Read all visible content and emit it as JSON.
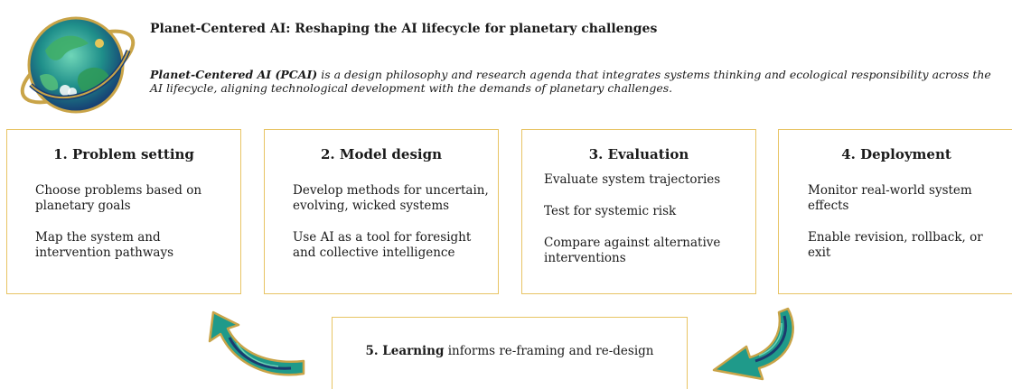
{
  "header": {
    "title": "Planet-Centered AI: Reshaping the AI lifecycle for planetary challenges",
    "intro_term": "Planet-Centered AI (PCAI)",
    "intro_rest": " is a design philosophy and research agenda that integrates systems thinking and ecological responsibility across the AI lifecycle, aligning technological development with the demands of planetary challenges."
  },
  "stages": [
    {
      "title": "1. Problem setting",
      "items": [
        "Choose problems based on planetary goals",
        "Map the system and intervention pathways"
      ]
    },
    {
      "title": "2. Model design",
      "items": [
        "Develop methods for uncertain, evolving, wicked systems",
        "Use AI as a tool for foresight and collective intelligence"
      ]
    },
    {
      "title": "3. Evaluation",
      "items": [
        "Evaluate system trajectories",
        "Test for systemic risk",
        "Compare against alternative interventions"
      ]
    },
    {
      "title": "4. Deployment",
      "items": [
        "Monitor real-world system effects",
        "Enable revision, rollback, or exit"
      ]
    }
  ],
  "learning": {
    "term": "5. Learning",
    "rest": " informs re-framing and re-design"
  },
  "colors": {
    "box_border": "#e8c464",
    "arrow_teal": "#1f9a8a",
    "arrow_navy": "#1c3a6e",
    "arrow_gold": "#c9a448"
  },
  "icons": {
    "logo": "planet-globe-logo",
    "arrow_left": "curved-up-arrow-icon",
    "arrow_right": "curved-down-arrow-icon"
  }
}
